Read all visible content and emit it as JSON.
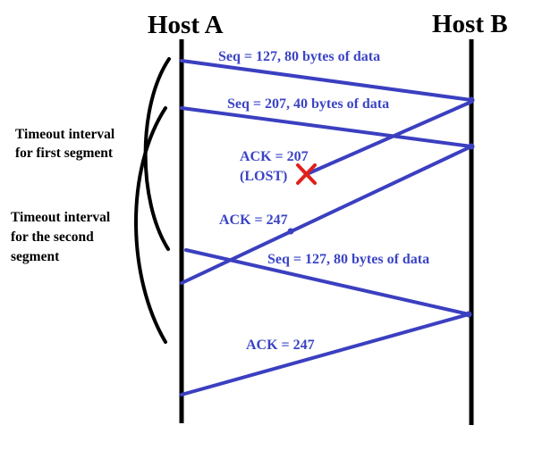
{
  "hosts": {
    "a": "Host A",
    "b": "Host B"
  },
  "messages": [
    {
      "label": "Seq = 127, 80 bytes of data"
    },
    {
      "label": "Seq = 207, 40 bytes of data"
    },
    {
      "label": "ACK = 207"
    },
    {
      "label": "(LOST)"
    },
    {
      "label": "ACK = 247"
    },
    {
      "label": "Seq = 127, 80 bytes of data"
    },
    {
      "label": "ACK = 247"
    }
  ],
  "timeouts": {
    "first": [
      "Timeout interval",
      "for first segment"
    ],
    "second": [
      "Timeout interval",
      "for the second",
      "segment"
    ]
  },
  "colors": {
    "arrow": "#3b3fc0",
    "label": "#3b44c4",
    "lost_mark": "#e0201c",
    "timeline": "#000000"
  }
}
